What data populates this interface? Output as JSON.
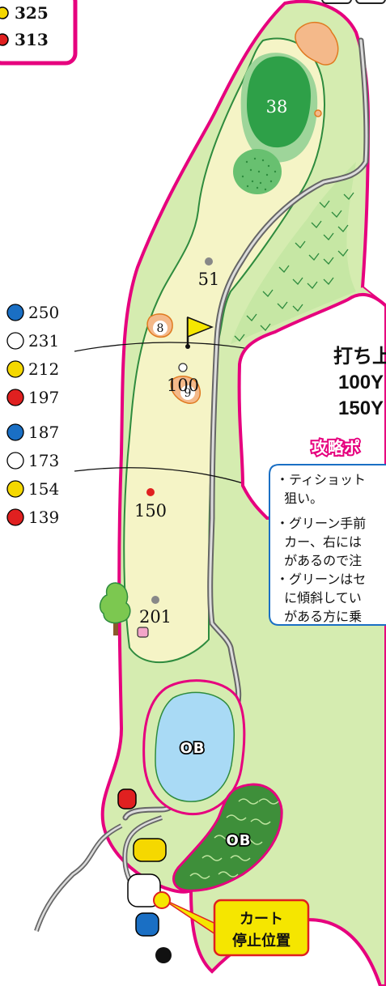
{
  "scorecard": {
    "rows": [
      {
        "color": "#f5d800",
        "value": "325"
      },
      {
        "color": "#e02020",
        "value": "313"
      }
    ]
  },
  "tee_yardages": {
    "group_a": [
      {
        "color": "#1a6fc4",
        "value": "250"
      },
      {
        "color": "#ffffff",
        "value": "231"
      },
      {
        "color": "#f5d800",
        "value": "212"
      },
      {
        "color": "#e02020",
        "value": "197"
      }
    ],
    "group_b": [
      {
        "color": "#1a6fc4",
        "value": "187"
      },
      {
        "color": "#ffffff",
        "value": "173"
      },
      {
        "color": "#f5d800",
        "value": "154"
      },
      {
        "color": "#e02020",
        "value": "139"
      }
    ]
  },
  "markers": {
    "green_depth": "38",
    "m51": "51",
    "m100": "100",
    "m150": "150",
    "m201": "201",
    "bunker_8": "8",
    "bunker_9": "9"
  },
  "hazards": {
    "ob_pond": "OB",
    "ob_trees": "OB"
  },
  "uphill_box": {
    "line1": "打ち上",
    "line2": "100Y",
    "line3": "150Y"
  },
  "tips": {
    "title": "攻略ポ",
    "lines": [
      "・ティショット",
      "  狙い。",
      "・グリーン手前",
      "  カー、右には",
      "  があるので注",
      "・グリーンはセ",
      "  に傾斜してい",
      "  がある方に乗"
    ]
  },
  "cart_stop": {
    "line1": "カート",
    "line2": "停止位置"
  },
  "colors": {
    "rough": "#d5ecb0",
    "fairway": "#f5f4c6",
    "green": "#2ea048",
    "collar": "#9ed59a",
    "border": "#e6007e",
    "cart_path": "#888888",
    "pond": "#a9daf5",
    "bunker": "#f4b98a"
  }
}
